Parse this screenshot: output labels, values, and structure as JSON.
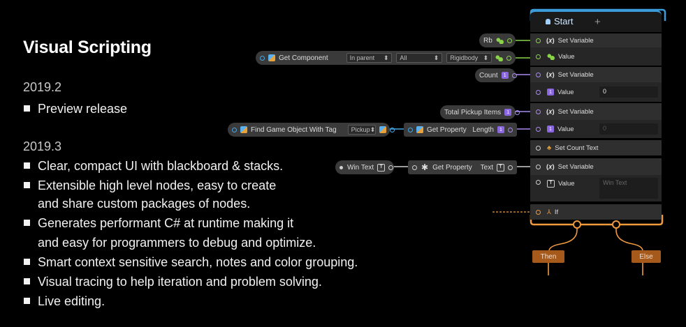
{
  "slide": {
    "title": "Visual Scripting",
    "sections": [
      {
        "version": "2019.2",
        "bullets": [
          "Preview release"
        ]
      },
      {
        "version": "2019.3",
        "bullets": [
          "Clear, compact UI with blackboard & stacks.",
          "Extensible high level nodes, easy to create",
          "and share custom packages of nodes.",
          "Generates performant C# at runtime making it",
          "and easy for programmers to debug and optimize.",
          "Smart context sensitive search, notes and color grouping.",
          "Visual tracing to help iteration and problem solving.",
          "Live editing."
        ]
      }
    ]
  },
  "graph": {
    "event_node": {
      "label": "Start",
      "add_icon": "+"
    },
    "rb_node": {
      "label": "Rb",
      "icon": "rigidbody-icon"
    },
    "get_component": {
      "label": "Get Component",
      "dropdowns": [
        "In parent",
        "All",
        "Rigidbody"
      ]
    },
    "count_node": {
      "label": "Count",
      "badge": "1"
    },
    "total_pickup_node": {
      "label": "Total Pickup Items",
      "badge": "1"
    },
    "find_go_node": {
      "label": "Find Game Object With Tag",
      "dropdown": "Pickup"
    },
    "get_property_1": {
      "label": "Get Property",
      "output": "Length",
      "badge": "1"
    },
    "win_text_node": {
      "label": "Win Text"
    },
    "get_property_2": {
      "label": "Get Property",
      "output": "Text"
    },
    "stack": {
      "set_var_1": "Set Variable",
      "value_1": "Value",
      "set_var_2": "Set Variable",
      "value_2": "Value",
      "value_2_field": "0",
      "set_var_3": "Set Variable",
      "value_3": "Value",
      "value_3_field": "0",
      "set_count_text": "Set Count Text",
      "set_var_4": "Set Variable",
      "value_4": "Value",
      "value_4_field": "Win Text",
      "if_label": "If",
      "fx": "(𝑥)"
    },
    "branches": {
      "then": "Then",
      "else": "Else"
    },
    "colors": {
      "event_accent": "#3b9cd9",
      "flow_accent": "#f09a3e",
      "object": "#8bd44a",
      "integer": "#a98bf3",
      "gameobject": "#45a7e8"
    }
  }
}
